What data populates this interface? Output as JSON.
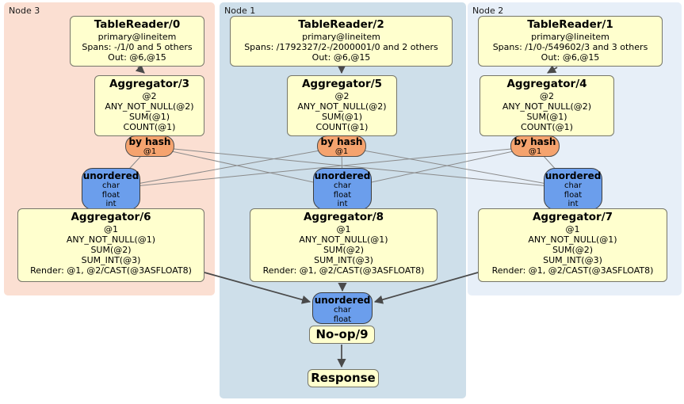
{
  "regions": {
    "node3": {
      "label": "Node 3"
    },
    "node1": {
      "label": "Node 1"
    },
    "node2": {
      "label": "Node 2"
    }
  },
  "processors": {
    "tr0": {
      "title": "TableReader/0",
      "details": [
        "primary@lineitem",
        "Spans: -/1/0 and 5 others",
        "Out: @6,@15"
      ]
    },
    "tr2": {
      "title": "TableReader/2",
      "details": [
        "primary@lineitem",
        "Spans: /1792327/2-/2000001/0 and 2 others",
        "Out: @6,@15"
      ]
    },
    "tr1": {
      "title": "TableReader/1",
      "details": [
        "primary@lineitem",
        "Spans: /1/0-/549602/3 and 3 others",
        "Out: @6,@15"
      ]
    },
    "agg3": {
      "title": "Aggregator/3",
      "details": [
        "@2",
        "ANY_NOT_NULL(@2)",
        "SUM(@1)",
        "COUNT(@1)"
      ]
    },
    "agg5": {
      "title": "Aggregator/5",
      "details": [
        "@2",
        "ANY_NOT_NULL(@2)",
        "SUM(@1)",
        "COUNT(@1)"
      ]
    },
    "agg4": {
      "title": "Aggregator/4",
      "details": [
        "@2",
        "ANY_NOT_NULL(@2)",
        "SUM(@1)",
        "COUNT(@1)"
      ]
    },
    "agg6": {
      "title": "Aggregator/6",
      "details": [
        "@1",
        "ANY_NOT_NULL(@1)",
        "SUM(@2)",
        "SUM_INT(@3)",
        "Render: @1, @2/CAST(@3ASFLOAT8)"
      ]
    },
    "agg8": {
      "title": "Aggregator/8",
      "details": [
        "@1",
        "ANY_NOT_NULL(@1)",
        "SUM(@2)",
        "SUM_INT(@3)",
        "Render: @1, @2/CAST(@3ASFLOAT8)"
      ]
    },
    "agg7": {
      "title": "Aggregator/7",
      "details": [
        "@1",
        "ANY_NOT_NULL(@1)",
        "SUM(@2)",
        "SUM_INT(@3)",
        "Render: @1, @2/CAST(@3ASFLOAT8)"
      ]
    },
    "noop": {
      "title": "No-op/9"
    },
    "response": {
      "title": "Response"
    }
  },
  "routers": {
    "hash3": {
      "title": "by hash",
      "detail": "@1"
    },
    "hash5": {
      "title": "by hash",
      "detail": "@1"
    },
    "hash4": {
      "title": "by hash",
      "detail": "@1"
    }
  },
  "syncs": {
    "un3": {
      "title": "unordered",
      "details": [
        "char",
        "float",
        "int"
      ]
    },
    "un1": {
      "title": "unordered",
      "details": [
        "char",
        "float",
        "int"
      ]
    },
    "un2": {
      "title": "unordered",
      "details": [
        "char",
        "float",
        "int"
      ]
    },
    "unfinal": {
      "title": "unordered",
      "details": [
        "char",
        "float"
      ]
    }
  },
  "colors": {
    "node3_bg": "#FBDFD2",
    "node1_bg": "#CEDFEA",
    "node2_bg": "#E7EFF8",
    "processor_fill": "#FFFFCE",
    "router_fill": "#F5A36E",
    "sync_fill": "#6B9EEC",
    "edge_dark": "#4a4a4a",
    "edge_light": "#8a8a8a"
  }
}
